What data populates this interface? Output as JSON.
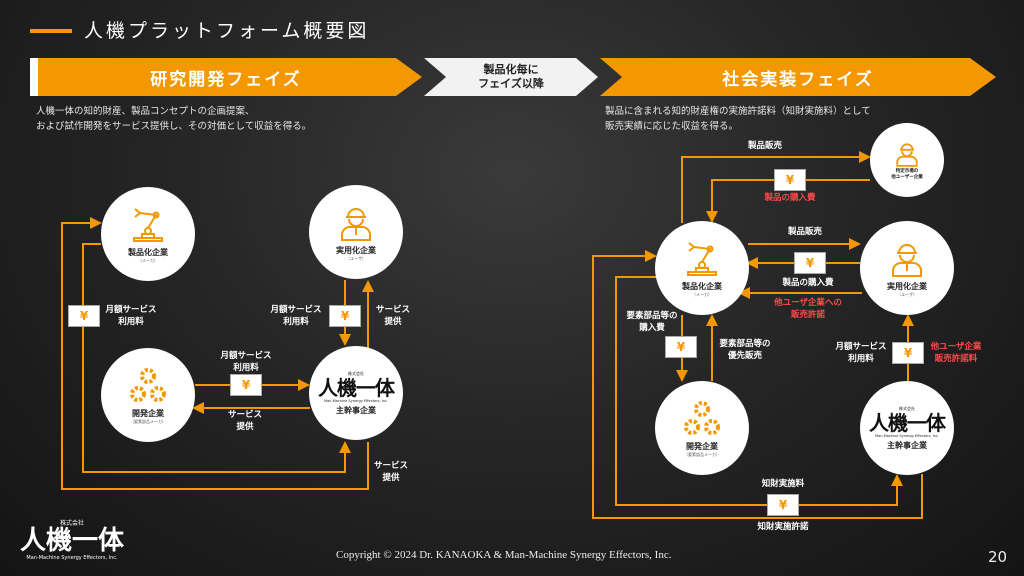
{
  "header": {
    "title": "人機プラットフォーム概要図"
  },
  "phases": {
    "research": "研究開発フェイズ",
    "transition": "製品化毎に\nフェイズ以降",
    "social": "社会実装フェイズ"
  },
  "descriptions": {
    "left": "人機一体の知的財産、製品コンセプトの企画提案、\nおよび試作開発をサービス提供し、その対価として収益を得る。",
    "right": "製品に含まれる知的財産権の実施許諾料（知財実施料）として\n販売実績に応じた収益を得る。"
  },
  "accent_color": "#f39800",
  "alert_color": "#ff4a4a",
  "yen_symbol": "¥",
  "left_diagram": {
    "nodes": {
      "manufacturer": {
        "name": "製品化企業",
        "sub": "（メーカ）",
        "icon": "robot-arm-icon"
      },
      "user": {
        "name": "実用化企業",
        "sub": "（ユーザ）",
        "icon": "worker-icon"
      },
      "developer": {
        "name": "開発企業",
        "sub": "（要素部品メーカ）",
        "icon": "gears-icon"
      },
      "lead": {
        "name": "主幹事企業",
        "logo_kk": "株式会社",
        "logo": "人機一体",
        "logo_en": "Man-Machine Synergy Effectors, Inc."
      }
    },
    "labels": {
      "mfr_fee": "月額サービス\n利用料",
      "user_fee": "月額サービス\n利用料",
      "user_service": "サービス\n提供",
      "dev_fee": "月額サービス\n利用料",
      "dev_service": "サービス\n提供",
      "mfr_service": "サービス\n提供"
    }
  },
  "right_diagram": {
    "nodes": {
      "other_user": {
        "name": "特定市場の\n他ユーザー企業",
        "icon": "worker-icon"
      },
      "manufacturer": {
        "name": "製品化企業",
        "sub": "（メーカ）",
        "icon": "robot-arm-icon"
      },
      "user": {
        "name": "実用化企業",
        "sub": "（ユーザ）",
        "icon": "worker-icon"
      },
      "developer": {
        "name": "開発企業",
        "sub": "（要素部品メーカ）",
        "icon": "gears-icon"
      },
      "lead": {
        "name": "主幹事企業",
        "logo_kk": "株式会社",
        "logo": "人機一体",
        "logo_en": "Man-Machine Synergy Effectors, Inc."
      }
    },
    "labels": {
      "sale_other": "製品販売",
      "purchase_other": "製品の購入費",
      "sale_user": "製品販売",
      "purchase_user": "製品の購入費",
      "resale_license": "他ユーザ企業への\n販売許諾",
      "parts_purchase": "要素部品等の\n購入費",
      "parts_priority": "要素部品等の\n優先販売",
      "user_fee": "月額サービス\n利用料",
      "license_fee_other": "他ユーザ企業\n販売許諾料",
      "ip_fee": "知財実施料",
      "ip_license": "知財実施許諾"
    }
  },
  "footer": {
    "logo_kk": "株式会社",
    "logo": "人機一体",
    "logo_en": "Man-Machine Synergy Effectors, Inc.",
    "copyright": "Copyright © 2024 Dr. KANAOKA & Man-Machine Synergy Effectors, Inc.",
    "page": "20"
  }
}
